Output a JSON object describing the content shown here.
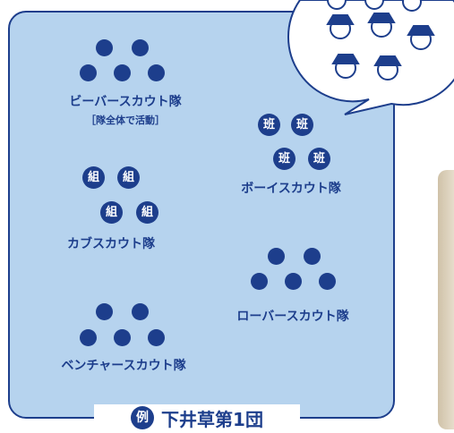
{
  "colors": {
    "navy": "#1d3e8c",
    "panel": "#b6d3ee",
    "white": "#ffffff"
  },
  "groups": {
    "beaver": {
      "name": "ビーバースカウト隊",
      "note": "［隊全体で活動］"
    },
    "boy": {
      "name": "ボーイスカウト隊",
      "unit": "班"
    },
    "cub": {
      "name": "カブスカウト隊",
      "unit": "組"
    },
    "rover": {
      "name": "ローバースカウト隊"
    },
    "venture": {
      "name": "ベンチャースカウト隊"
    }
  },
  "title": {
    "badge": "例",
    "text": "下井草第1団"
  },
  "illustration": {
    "icon": "scout-faces-speech-bubble-icon"
  }
}
